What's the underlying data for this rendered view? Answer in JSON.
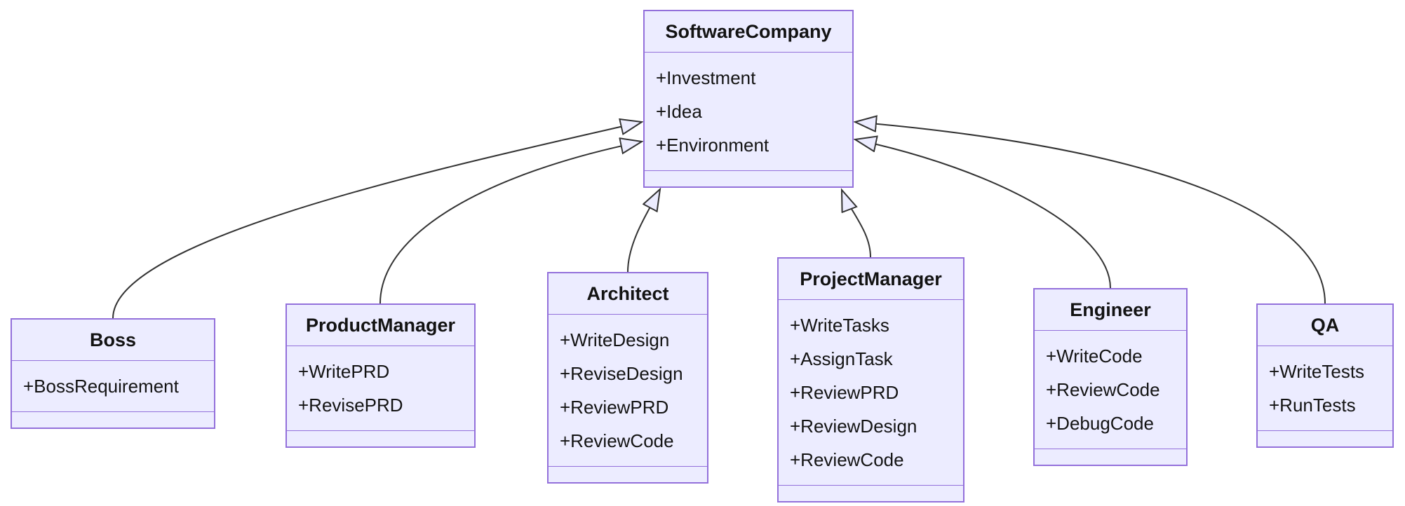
{
  "diagram": {
    "type": "uml-class-diagram",
    "classes": [
      {
        "id": "SoftwareCompany",
        "title": "SoftwareCompany",
        "attributes": [
          "+Investment",
          "+Idea",
          "+Environment"
        ]
      },
      {
        "id": "Boss",
        "title": "Boss",
        "attributes": [
          "+BossRequirement"
        ]
      },
      {
        "id": "ProductManager",
        "title": "ProductManager",
        "attributes": [
          "+WritePRD",
          "+RevisePRD"
        ]
      },
      {
        "id": "Architect",
        "title": "Architect",
        "attributes": [
          "+WriteDesign",
          "+ReviseDesign",
          "+ReviewPRD",
          "+ReviewCode"
        ]
      },
      {
        "id": "ProjectManager",
        "title": "ProjectManager",
        "attributes": [
          "+WriteTasks",
          "+AssignTask",
          "+ReviewPRD",
          "+ReviewDesign",
          "+ReviewCode"
        ]
      },
      {
        "id": "Engineer",
        "title": "Engineer",
        "attributes": [
          "+WriteCode",
          "+ReviewCode",
          "+DebugCode"
        ]
      },
      {
        "id": "QA",
        "title": "QA",
        "attributes": [
          "+WriteTests",
          "+RunTests"
        ]
      }
    ],
    "relations": [
      {
        "from": "Boss",
        "to": "SoftwareCompany",
        "type": "inheritance"
      },
      {
        "from": "ProductManager",
        "to": "SoftwareCompany",
        "type": "inheritance"
      },
      {
        "from": "Architect",
        "to": "SoftwareCompany",
        "type": "inheritance"
      },
      {
        "from": "ProjectManager",
        "to": "SoftwareCompany",
        "type": "inheritance"
      },
      {
        "from": "Engineer",
        "to": "SoftwareCompany",
        "type": "inheritance"
      },
      {
        "from": "QA",
        "to": "SoftwareCompany",
        "type": "inheritance"
      }
    ],
    "colors": {
      "node_fill": "#ECECFF",
      "node_border": "#9370DB",
      "edge_line": "#333333",
      "text": "#131313",
      "background": "#ffffff"
    }
  }
}
